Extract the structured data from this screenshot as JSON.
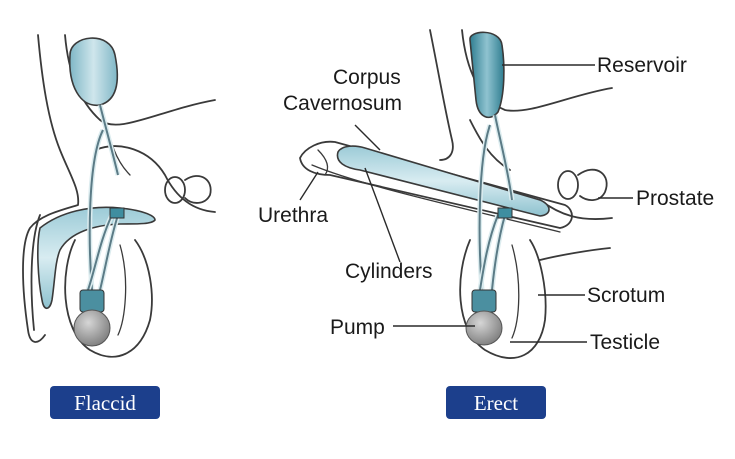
{
  "labels": {
    "reservoir": "Reservoir",
    "corpus_line1": "Corpus",
    "corpus_line2": "Cavernosum",
    "prostate": "Prostate",
    "urethra": "Urethra",
    "cylinders": "Cylinders",
    "scrotum": "Scrotum",
    "pump": "Pump",
    "testicle": "Testicle"
  },
  "badges": {
    "flaccid": "Flaccid",
    "erect": "Erect"
  },
  "colors": {
    "implant_fill": "#bcdbe3",
    "implant_dark": "#3f8ea0",
    "pump_gray": "#9a9a9a",
    "badge_bg": "#1c3f8c",
    "outline": "#3a3a3a"
  }
}
